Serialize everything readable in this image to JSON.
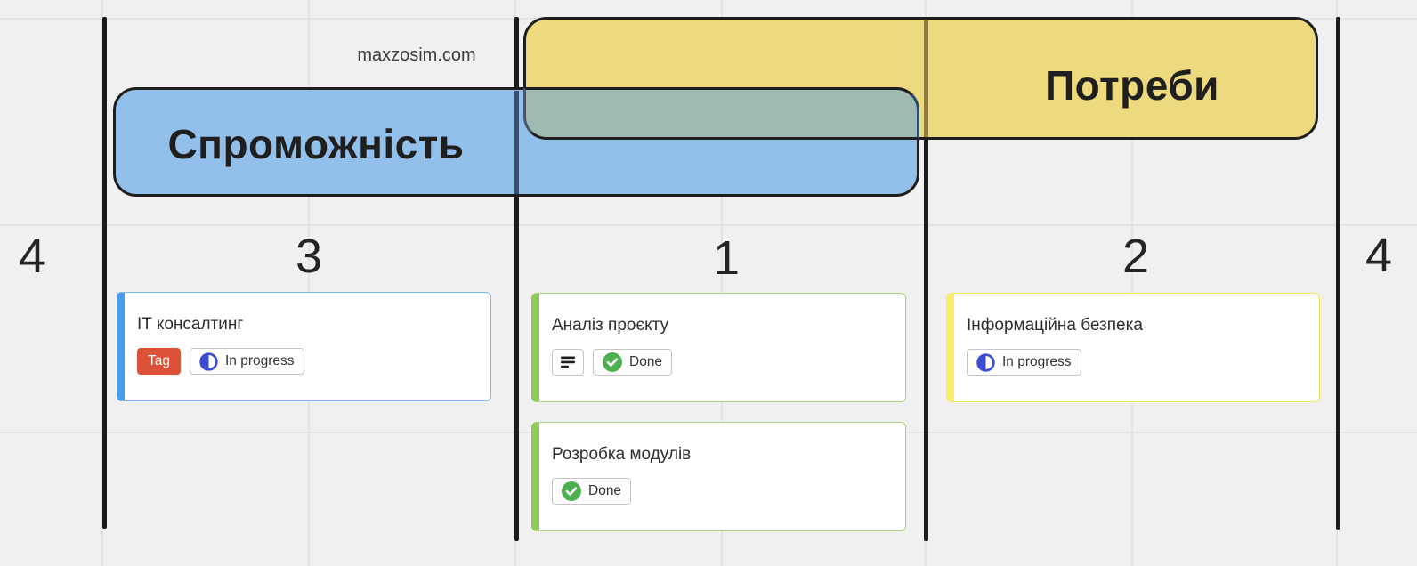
{
  "watermark": {
    "text": "maxzosim.com"
  },
  "zones": {
    "capability": {
      "label": "Спроможність",
      "fill": "#93c0ea"
    },
    "needs": {
      "label": "Потреби",
      "fill": "#edd97e"
    },
    "overlap_fill": "#9fbab2"
  },
  "counts": {
    "far_left": "4",
    "capability_only": "3",
    "overlap": "1",
    "needs_only": "2",
    "far_right": "4"
  },
  "cards": [
    {
      "title": "IT консалтинг",
      "accent": "blue",
      "tag_label": "Tag",
      "status": "in-progress",
      "status_label": "In progress"
    },
    {
      "title": "Аналіз проєкту",
      "accent": "green",
      "notes_icon": "notes-icon",
      "status": "done",
      "status_label": "Done"
    },
    {
      "title": "Інформаційна безпека",
      "accent": "yellow",
      "status": "in-progress",
      "status_label": "In progress"
    },
    {
      "title": "Розробка модулів",
      "accent": "green",
      "status": "done",
      "status_label": "Done"
    }
  ],
  "colors": {
    "background": "#f0f0f0",
    "divider_line": "#1b1b1b",
    "tag_red": "#dc5239",
    "status_in_progress": "#3d4ad3",
    "status_done": "#4caf50",
    "card_blue_accent": "#4a9cf1",
    "card_green_accent": "#92c95c",
    "card_yellow_accent": "#f8ed66"
  }
}
